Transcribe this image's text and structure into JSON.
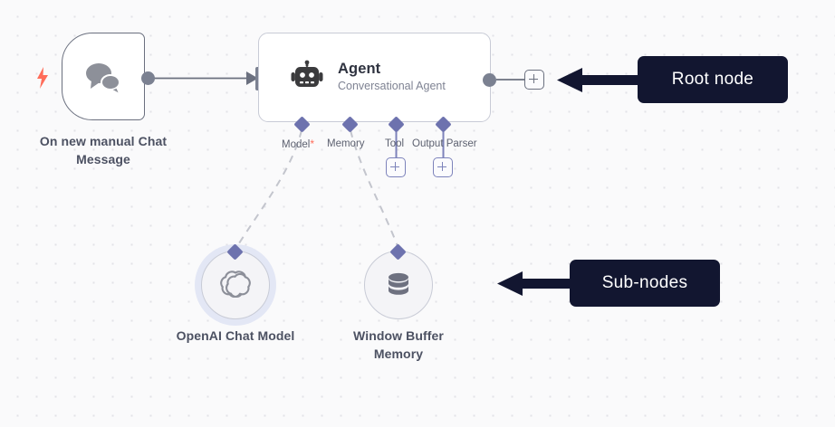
{
  "canvas": {
    "background_color": "#fafafb",
    "grid_dot_color": "#e2e2e7"
  },
  "nodes": {
    "trigger": {
      "caption": "On new manual Chat Message",
      "icon": "chat-bubbles-icon",
      "badge_icon": "lightning-bolt-icon",
      "badge_color": "#ff6d5a"
    },
    "agent": {
      "title": "Agent",
      "subtitle": "Conversational Agent",
      "icon": "robot-icon"
    },
    "openai_model": {
      "caption": "OpenAI Chat Model",
      "icon": "openai-logo-icon",
      "ring_color": "#e3e7f5"
    },
    "window_memory": {
      "caption": "Window Buffer Memory",
      "icon": "database-icon"
    }
  },
  "connectors": {
    "accent_color": "#6d72ae",
    "items": [
      {
        "label": "Model",
        "required": true,
        "required_marker": "*",
        "has_add_button": false
      },
      {
        "label": "Memory",
        "required": false,
        "required_marker": "",
        "has_add_button": false
      },
      {
        "label": "Tool",
        "required": false,
        "required_marker": "",
        "has_add_button": true
      },
      {
        "label": "Output Parser",
        "required": false,
        "required_marker": "",
        "has_add_button": true
      }
    ]
  },
  "buttons": {
    "add_output_label": "+",
    "add_tool_label": "+",
    "add_output_parser_label": "+"
  },
  "annotations": [
    {
      "text": "Root node",
      "color": "#121630"
    },
    {
      "text": "Sub-nodes",
      "color": "#121630"
    }
  ]
}
